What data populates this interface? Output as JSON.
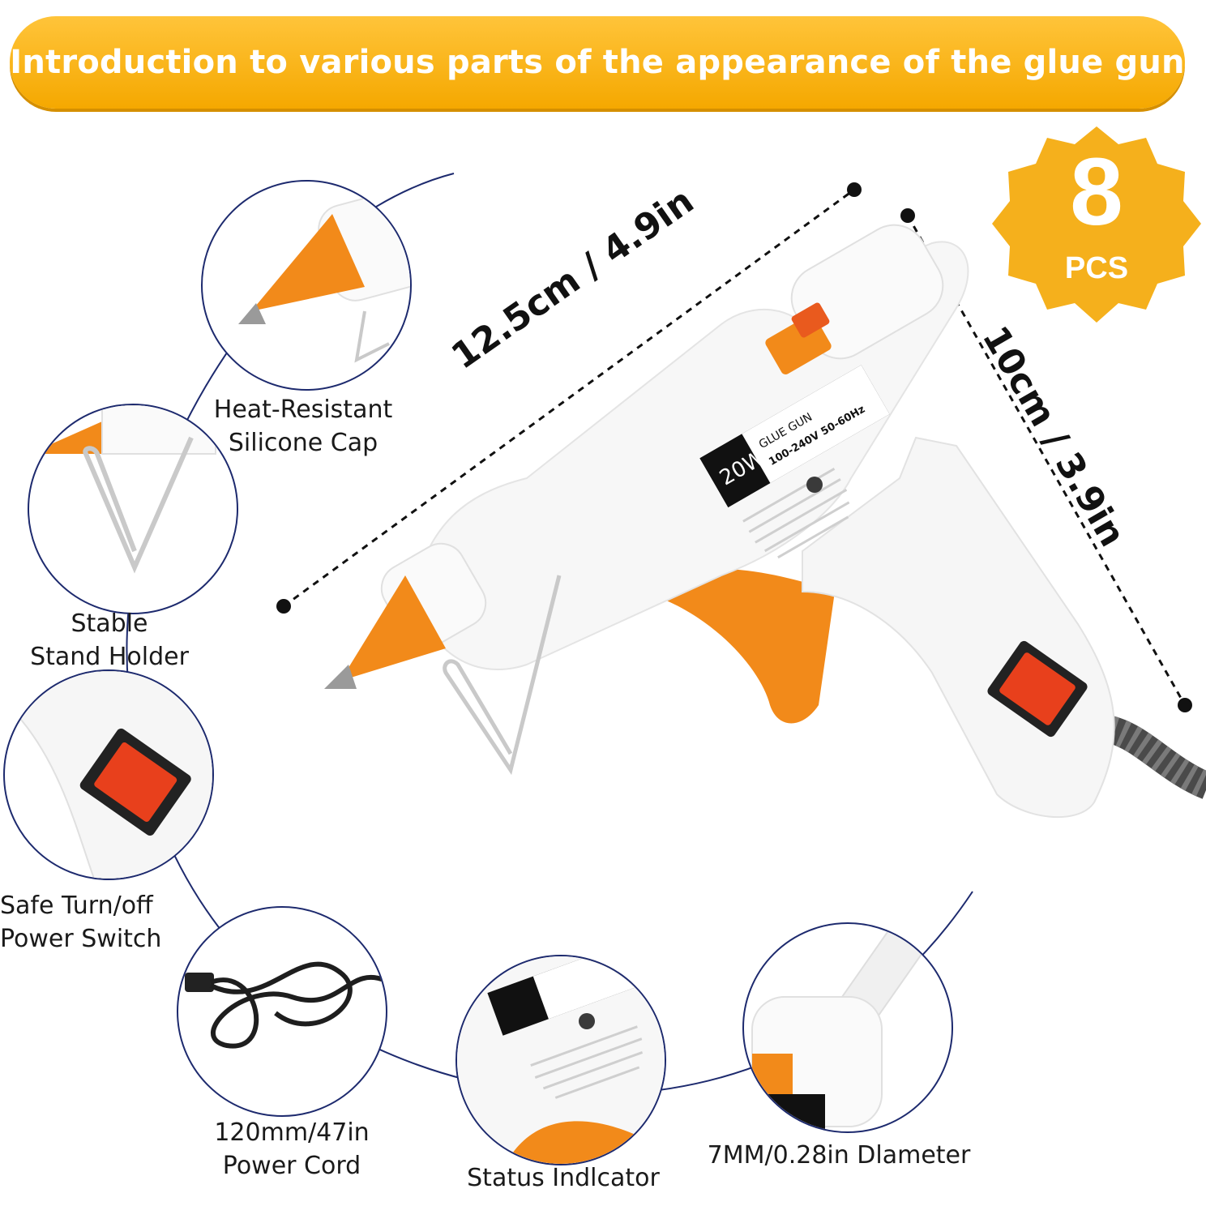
{
  "banner": {
    "title": "Introduction to various parts of the appearance of the glue gun"
  },
  "badge": {
    "count": "8",
    "unit": "PCS"
  },
  "dimensions": {
    "length": "12.5cm / 4.9in",
    "height": "10cm / 3.9in"
  },
  "product": {
    "wattage": "20W",
    "model": "GLUE GUN",
    "voltage": "100-240V 50-60Hz"
  },
  "features": [
    {
      "lines": [
        "Heat-Resistant",
        "Silicone Cap"
      ]
    },
    {
      "lines": [
        "Stable",
        "Stand Holder"
      ]
    },
    {
      "lines": [
        "Safe Turn/off",
        "Power Switch"
      ]
    },
    {
      "lines": [
        "120mm/47in",
        "Power Cord"
      ]
    },
    {
      "lines": [
        "Status Indlcator"
      ]
    },
    {
      "lines": [
        "7MM/0.28in Dlameter"
      ]
    }
  ],
  "colors": {
    "accent": "#f5a800",
    "orange": "#f28a1a",
    "outline": "#1d2a6e",
    "switch": "#e8401c"
  }
}
